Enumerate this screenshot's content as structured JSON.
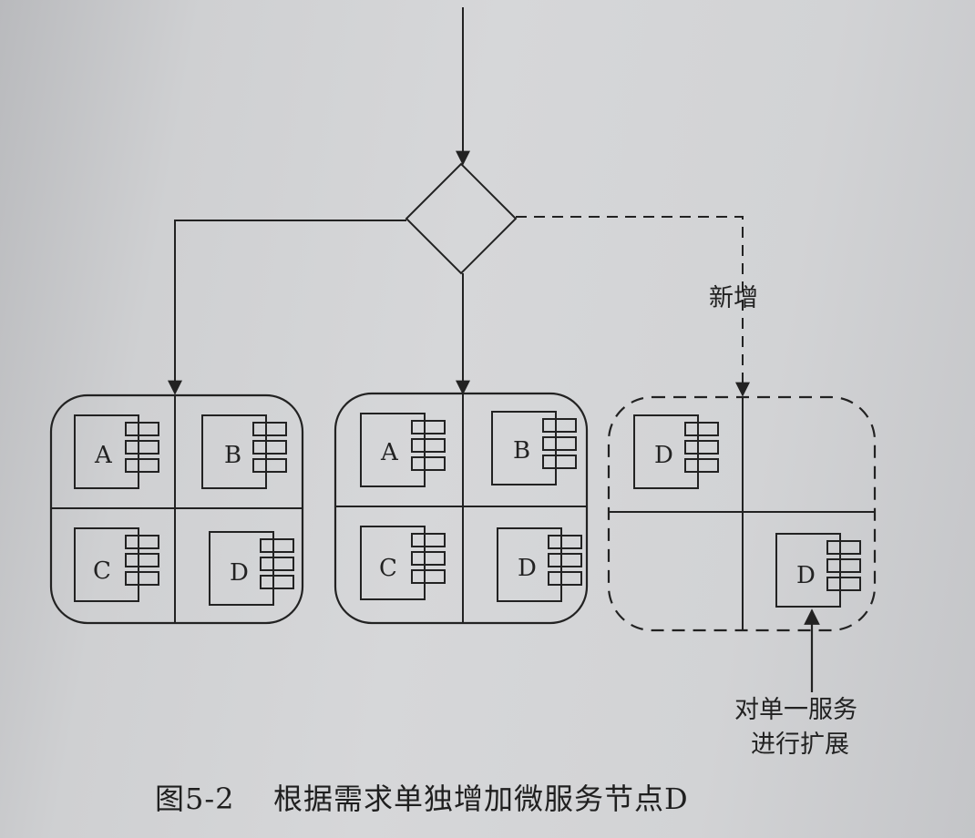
{
  "diagram": {
    "annotations": {
      "new_label": "新增",
      "scale_note_line1": "对单一服务",
      "scale_note_line2": "进行扩展"
    },
    "groups": [
      {
        "id": "group-1",
        "style": "solid",
        "components": [
          "A",
          "B",
          "C",
          "D"
        ]
      },
      {
        "id": "group-2",
        "style": "solid",
        "components": [
          "A",
          "B",
          "C",
          "D"
        ]
      },
      {
        "id": "group-3",
        "style": "dashed",
        "components": [
          "D",
          "",
          "",
          "D"
        ]
      }
    ]
  },
  "caption": {
    "figure_number": "图5-2",
    "title": "根据需求单独增加微服务节点D"
  }
}
